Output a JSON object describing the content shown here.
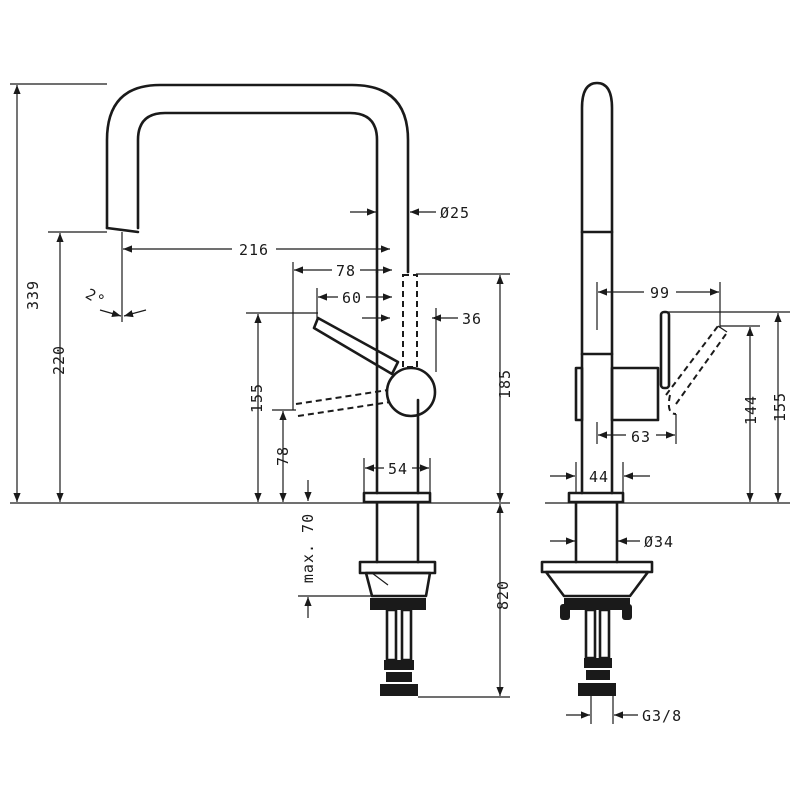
{
  "drawing": {
    "line_color": "#1a1a1a",
    "background": "#ffffff"
  },
  "dimensions": {
    "height_total": "339",
    "spout_height": "220",
    "spout_reach": "216",
    "spout_angle": "2°",
    "spout_diameter": "Ø25",
    "lever_reach_78": "78",
    "lever_reach_60": "60",
    "lever_offset_36": "36",
    "lever_height_155": "155",
    "lever_height_78": "78",
    "body_height_185": "185",
    "base_width_54": "54",
    "max_thickness": "max. 70",
    "hose_length": "820",
    "side_reach_99": "99",
    "side_height_144": "144",
    "side_height_155": "155",
    "side_depth_63": "63",
    "side_base_44": "44",
    "shank_diameter": "Ø34",
    "thread": "G3/8"
  }
}
